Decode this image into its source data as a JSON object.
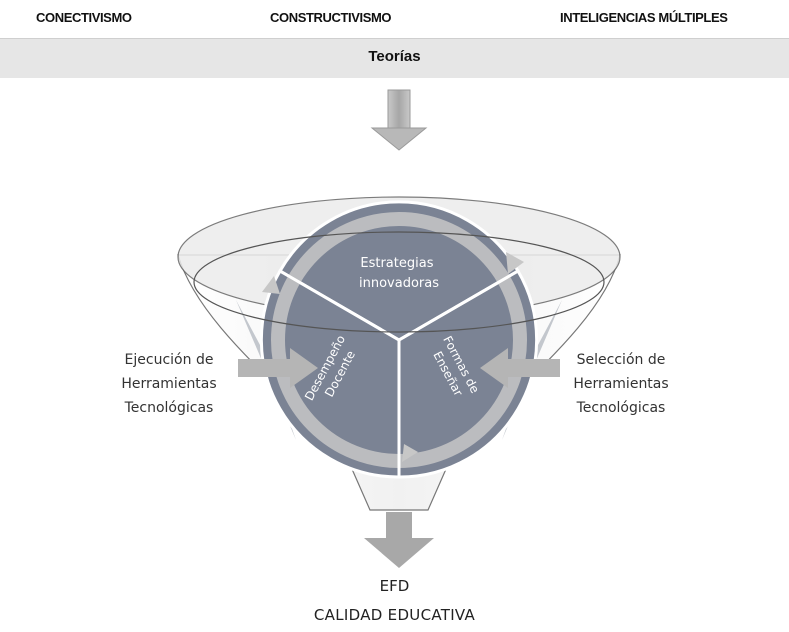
{
  "theories": {
    "items": [
      "CONECTIVISMO",
      "CONSTRUCTIVISMO",
      "INTELIGENCIAS MÚLTIPLES"
    ],
    "bar_label": "Teorías"
  },
  "cycle": {
    "top": "Estrategias innovadoras",
    "top_line1": "Estrategias",
    "top_line2": "innovadoras",
    "left": "Desempeño Docente",
    "left_line1": "Desempeño",
    "left_line2": "Docente",
    "right": "Formas de Enseñar",
    "right_line1": "Formas de",
    "right_line2": "Enseñar"
  },
  "side_inputs": {
    "left": [
      "Ejecución de",
      "Herramientas",
      "Tecnológicas"
    ],
    "right": [
      "Selección de",
      "Herramientas",
      "Tecnológicas"
    ]
  },
  "outputs": {
    "efd": "EFD",
    "quality": "CALIDAD EDUCATIVA"
  },
  "colors": {
    "segment": "#7b8394",
    "arrow": "#b5b5b5",
    "bar": "#e6e6e6"
  }
}
